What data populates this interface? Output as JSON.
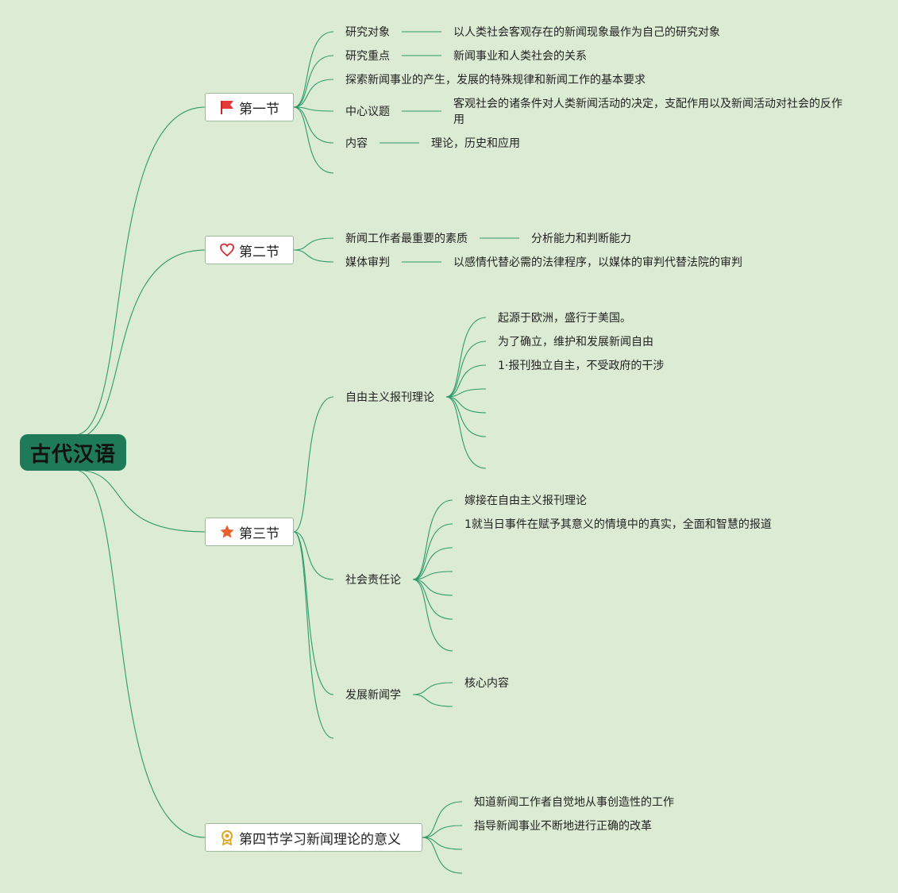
{
  "root": {
    "label": "古代汉语"
  },
  "colors": {
    "background": "#dcebd4",
    "line": "#2e9a6a",
    "root_fill": "#1f7a57"
  },
  "sections": [
    {
      "label": "第一节",
      "icon": "red-flag-icon"
    },
    {
      "label": "第二节",
      "icon": "heart-icon"
    },
    {
      "label": "第三节",
      "icon": "star-icon"
    },
    {
      "label": "第四节学习新闻理论的意义",
      "icon": "award-medal-icon"
    }
  ],
  "s1": {
    "a_label": "研究对象",
    "a_value": "以人类社会客观存在的新闻现象最作为自己的研究对象",
    "b_label": "研究重点",
    "b_value": "新闻事业和人类社会的关系",
    "c_label": "探索新闻事业的产生，发展的特殊规律和新闻工作的基本要求",
    "d_label": "中心议题",
    "d_value": "客观社会的诸条件对人类新闻活动的决定，支配作用以及新闻活动对社会的反作用",
    "e_label": "内容",
    "e_value": "理论，历史和应用"
  },
  "s2": {
    "a_label": "新闻工作者最重要的素质",
    "a_value": "分析能力和判断能力",
    "b_label": "媒体审判",
    "b_value": "以感情代替必需的法律程序，以媒体的审判代替法院的审判"
  },
  "s3": {
    "a_label": "自由主义报刊理论",
    "a_items": [
      "起源于欧洲，盛行于美国。",
      "为了确立，维护和发展新闻自由",
      "1·报刊独立自主，不受政府的干涉"
    ],
    "b_label": "社会责任论",
    "b_items": [
      "嫁接在自由主义报刊理论",
      "1就当日事件在赋予其意义的情境中的真实，全面和智慧的报道"
    ],
    "c_label": "发展新闻学",
    "c_items": [
      "核心内容"
    ]
  },
  "s4": {
    "items": [
      "知道新闻工作者自觉地从事创造性的工作",
      "指导新闻事业不断地进行正确的改革"
    ]
  }
}
